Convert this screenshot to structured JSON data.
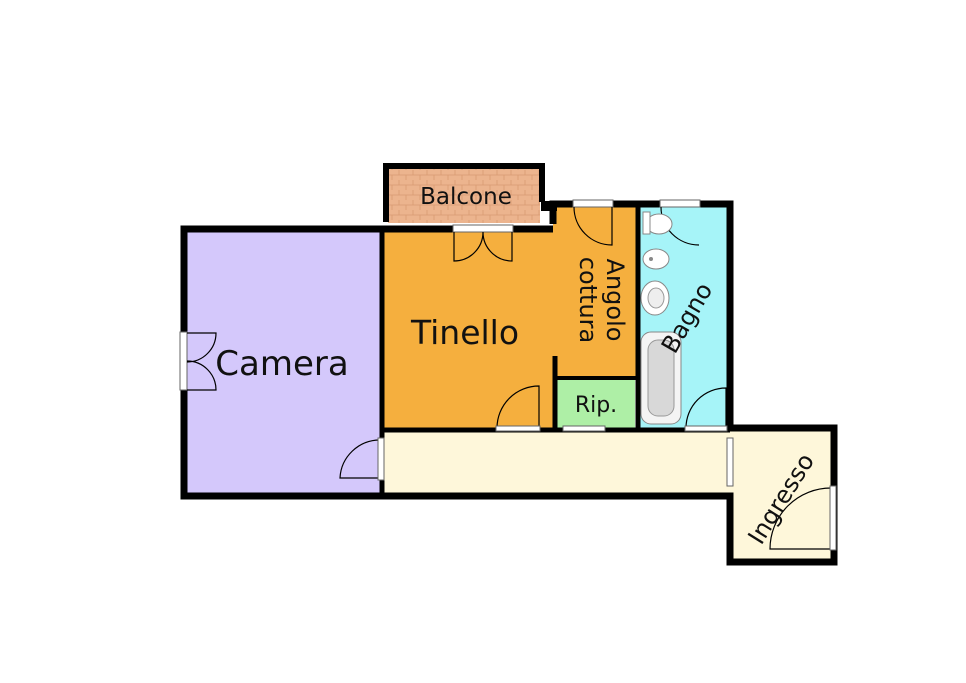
{
  "rooms": {
    "balcone": {
      "label": "Balcone",
      "color": "#ECB48E"
    },
    "tinello": {
      "label": "Tinello",
      "color": "#F5AF3E"
    },
    "angolo_cottura": {
      "label_line1": "Angolo",
      "label_line2": "cottura",
      "color": "#F5AF3E"
    },
    "camera": {
      "label": "Camera",
      "color": "#D4C8FB"
    },
    "bagno": {
      "label": "Bagno",
      "color": "#A6F4F8"
    },
    "ripostiglio": {
      "label": "Rip.",
      "color": "#AEEFA6"
    },
    "corridoio": {
      "color": "#FEF7DA"
    },
    "ingresso": {
      "label": "Ingresso",
      "color": "#FEF7DA"
    }
  },
  "walls": {
    "color": "#000000"
  },
  "fixtures": [
    "toilet-icon",
    "bidet-icon",
    "sink-icon",
    "bathtub-icon"
  ]
}
